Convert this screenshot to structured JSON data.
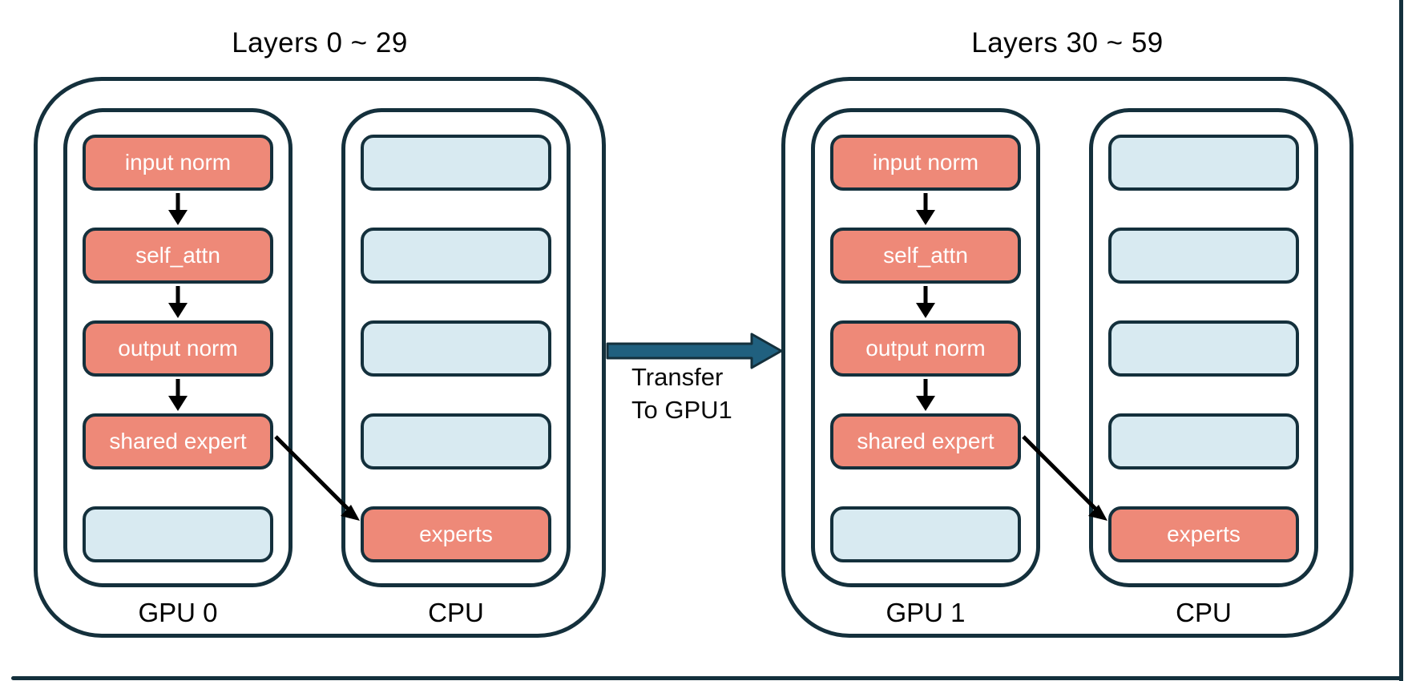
{
  "colors": {
    "outline": "#14303c",
    "active_fill": "#ee8978",
    "idle_fill": "#d8eaf1",
    "transfer_arrow_fill": "#20607f",
    "flow_arrow": "#000000",
    "text": "#000000",
    "node_text": "#ffffff",
    "background": "#ffffff"
  },
  "groups": [
    {
      "title": "Layers 0 ~ 29",
      "gpu_label": "GPU 0",
      "cpu_label": "CPU",
      "gpu_boxes": [
        "input norm",
        "self_attn",
        "output norm",
        "shared expert",
        ""
      ],
      "cpu_boxes": [
        "",
        "",
        "",
        "",
        "experts"
      ]
    },
    {
      "title": "Layers 30 ~ 59",
      "gpu_label": "GPU 1",
      "cpu_label": "CPU",
      "gpu_boxes": [
        "input norm",
        "self_attn",
        "output norm",
        "shared expert",
        ""
      ],
      "cpu_boxes": [
        "",
        "",
        "",
        "",
        "experts"
      ]
    }
  ],
  "transfer": {
    "line1": "Transfer",
    "line2": "To GPU1"
  }
}
